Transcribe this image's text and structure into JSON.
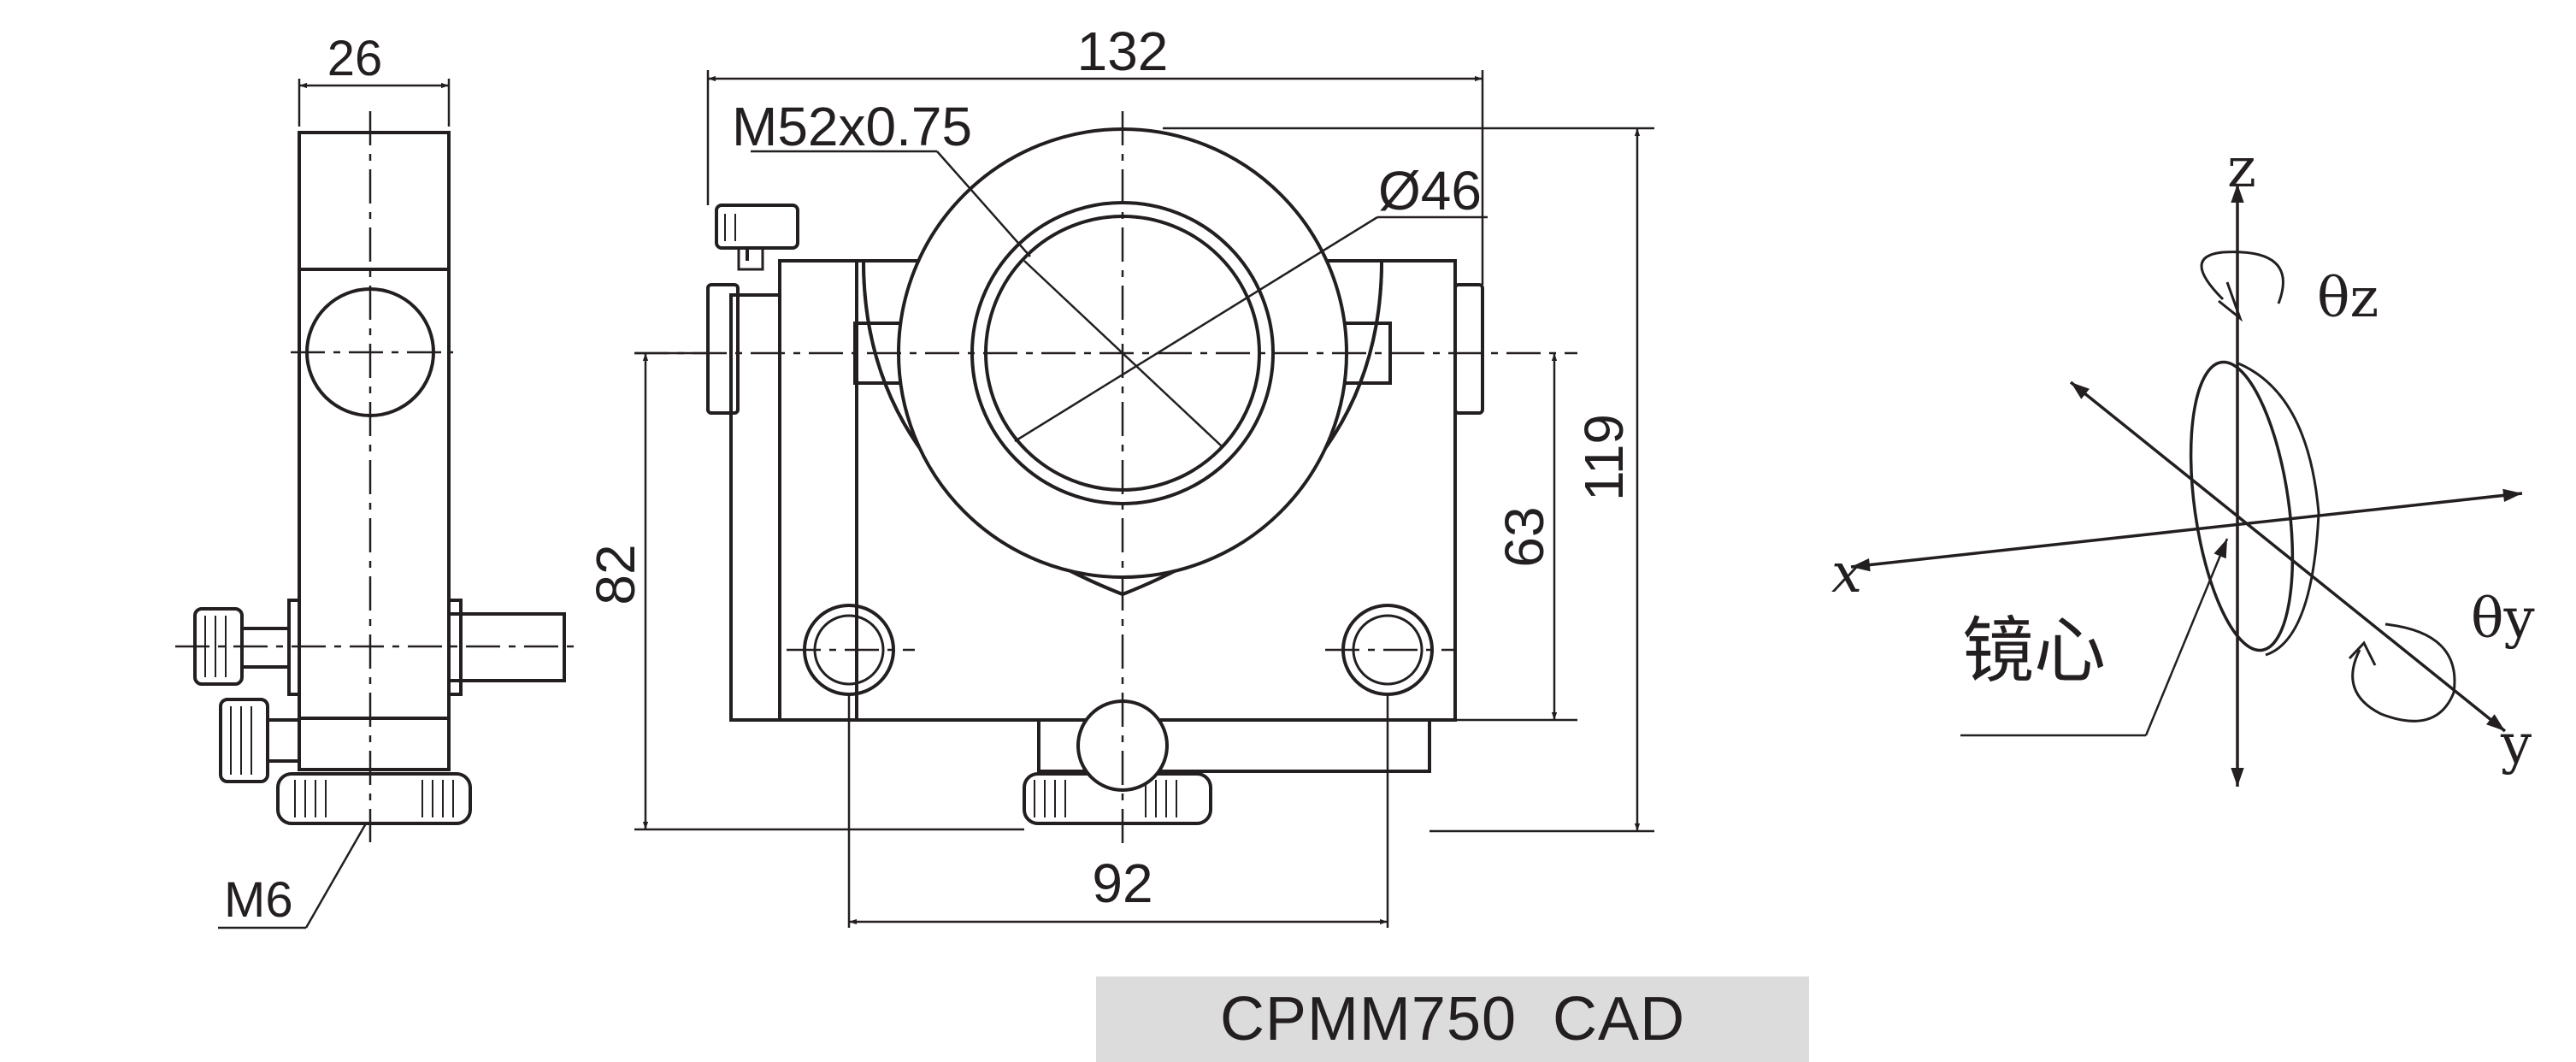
{
  "drawing": {
    "side_view": {
      "width_label": "26",
      "thread_label": "M6"
    },
    "front_view": {
      "overall_width_label": "132",
      "thread_spec_label": "M52x0.75",
      "aperture_label": "Ø46",
      "hole_spacing_label": "92",
      "axis_height_label": "82",
      "body_height_label": "63",
      "overall_height_label": "119"
    },
    "axes_diagram": {
      "x_label": "x",
      "y_label": "y",
      "z_label": "z",
      "theta_y_label": "θy",
      "theta_z_label": "θz",
      "mirror_center_label": "镜心"
    }
  },
  "caption": "CPMM750  CAD",
  "colors": {
    "line": "#231f20",
    "caption_background": "#dcdcdc"
  }
}
